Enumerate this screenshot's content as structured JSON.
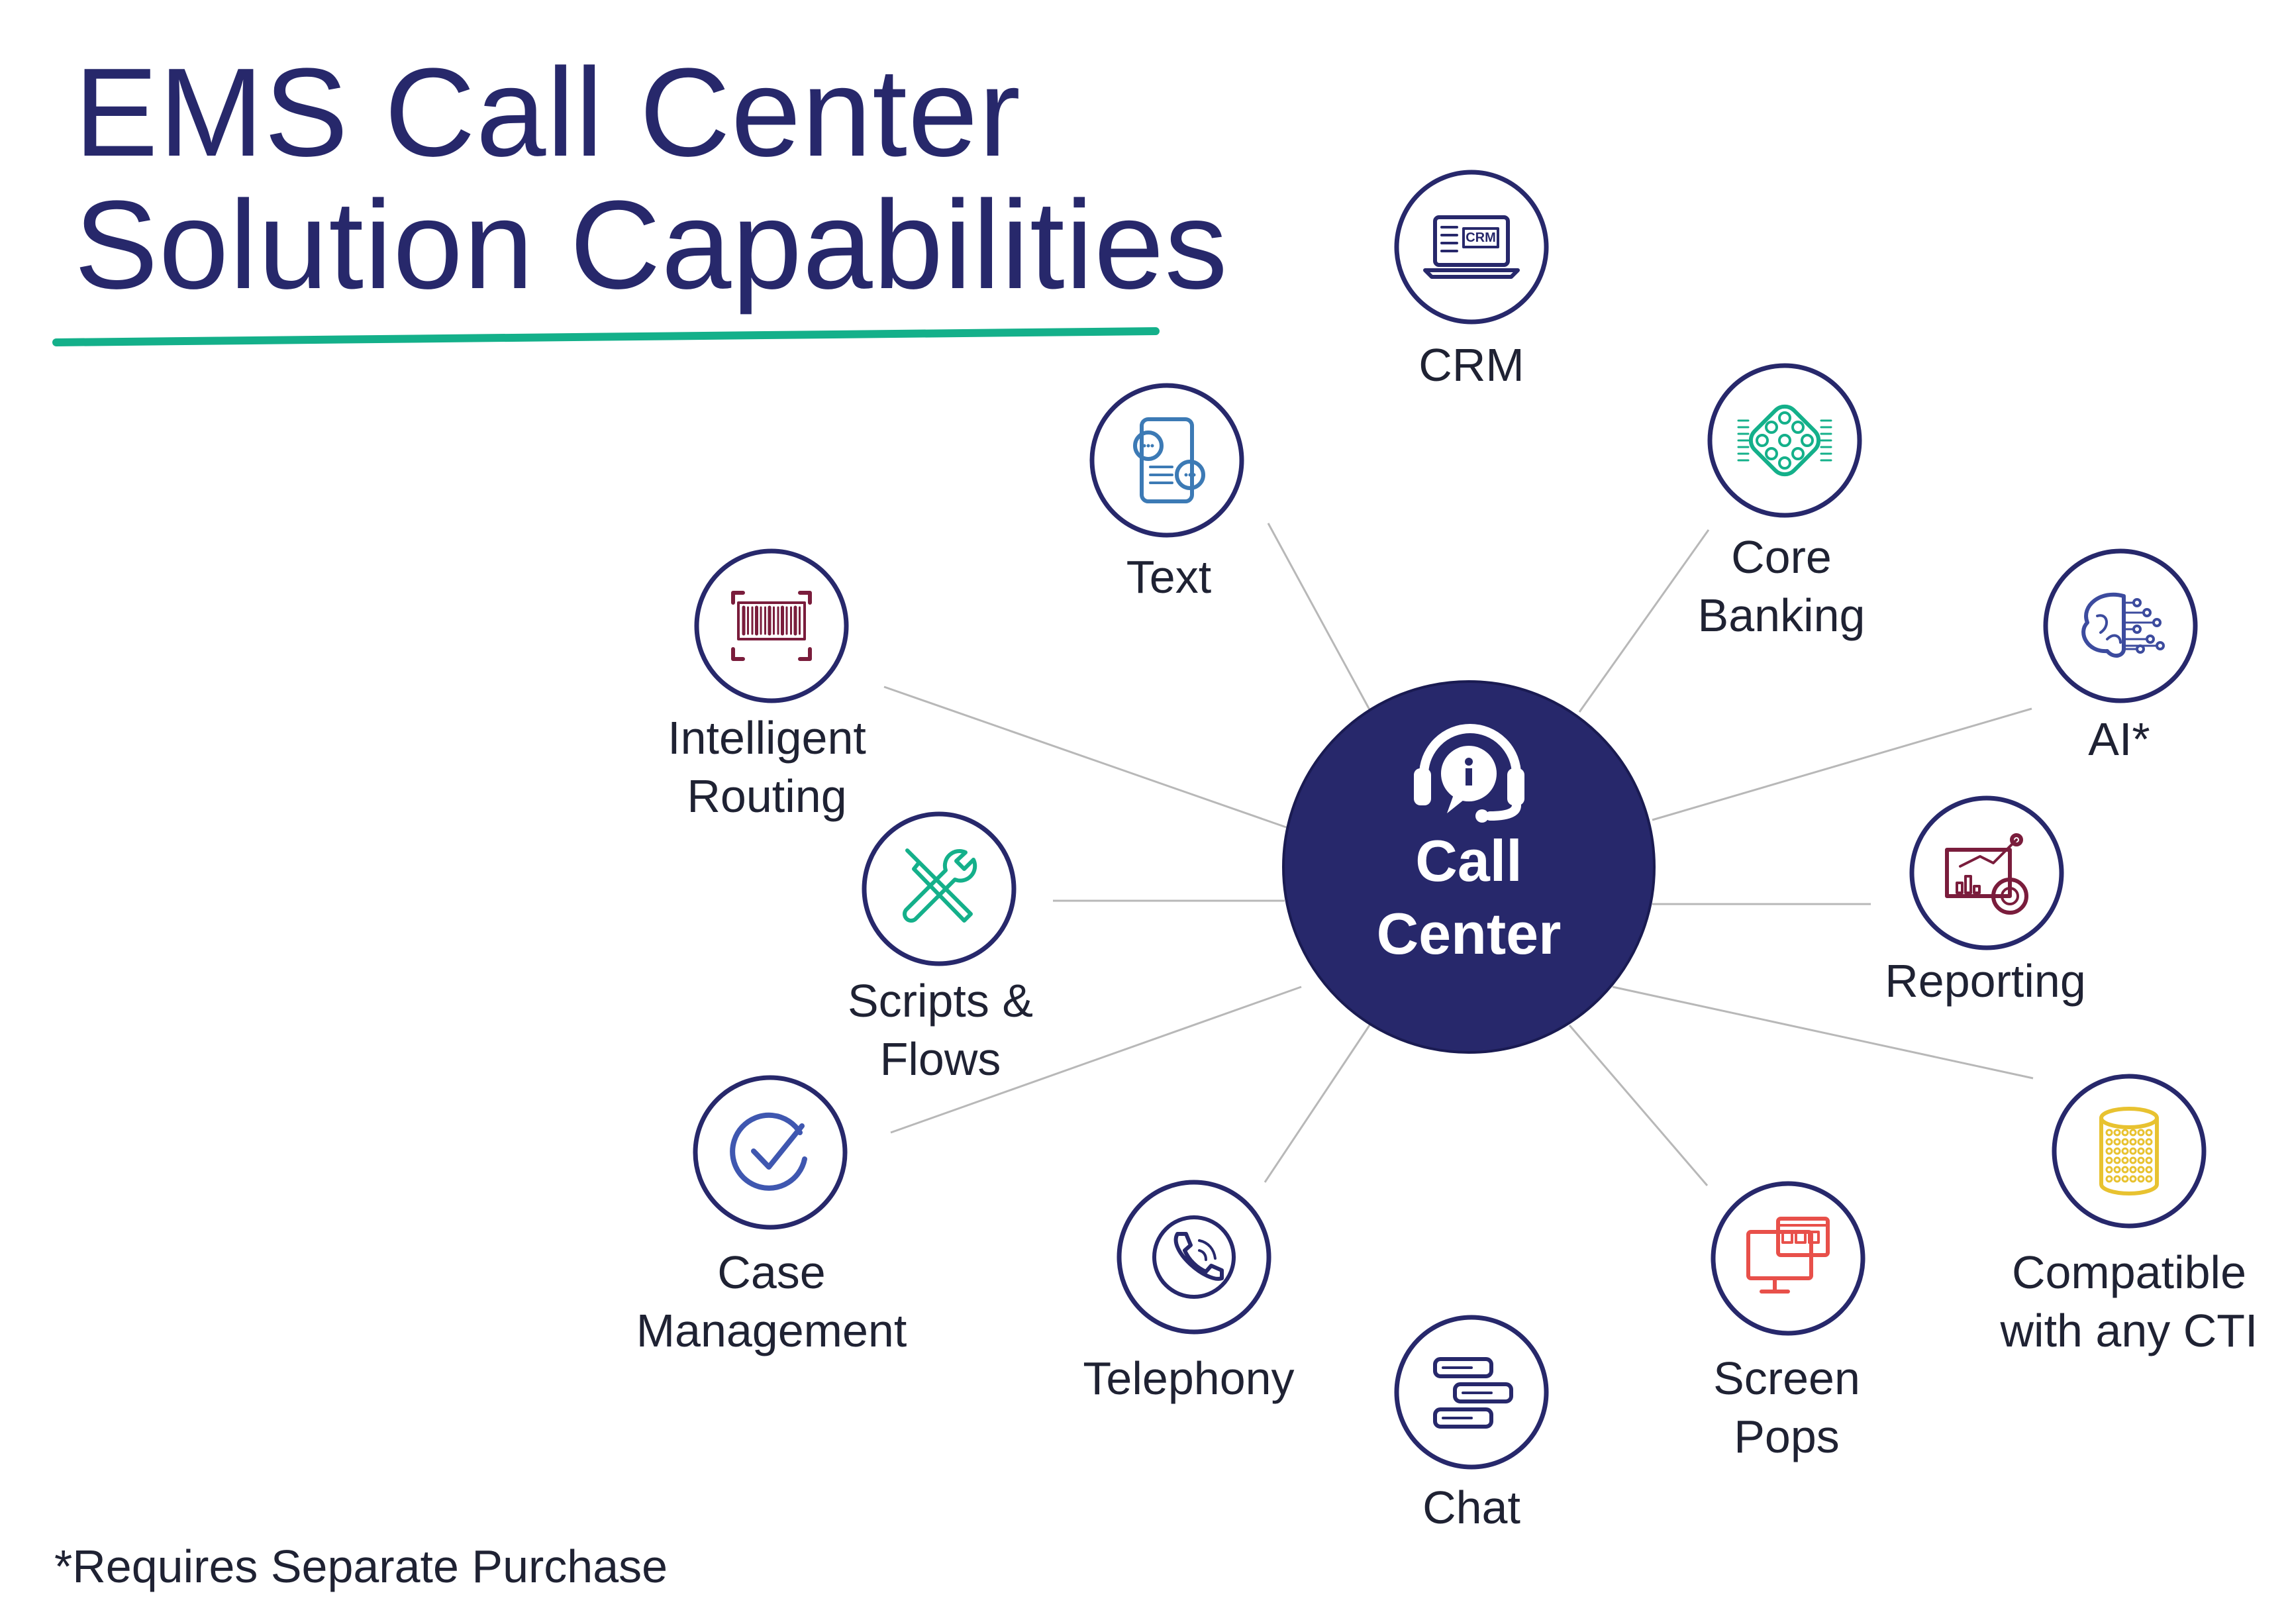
{
  "title": {
    "line1": "EMS Call Center",
    "line2": "Solution Capabilities"
  },
  "hub": {
    "line1": "Call",
    "line2": "Center",
    "icon": "headset-info-icon"
  },
  "capabilities": [
    {
      "id": "crm",
      "lines": [
        "CRM"
      ],
      "icon": "crm-laptop-icon"
    },
    {
      "id": "core-banking",
      "lines": [
        "Core",
        "Banking"
      ],
      "icon": "chip-icon"
    },
    {
      "id": "ai",
      "lines": [
        "AI*"
      ],
      "icon": "ai-brain-icon"
    },
    {
      "id": "reporting",
      "lines": [
        "Reporting"
      ],
      "icon": "report-chart-icon"
    },
    {
      "id": "compatible-cti",
      "lines": [
        "Compatible",
        "with any CTI"
      ],
      "icon": "server-cylinder-icon"
    },
    {
      "id": "screen-pops",
      "lines": [
        "Screen",
        "Pops"
      ],
      "icon": "screen-pop-icon"
    },
    {
      "id": "chat",
      "lines": [
        "Chat"
      ],
      "icon": "chat-bubbles-icon"
    },
    {
      "id": "telephony",
      "lines": [
        "Telephony"
      ],
      "icon": "phone-icon"
    },
    {
      "id": "case-management",
      "lines": [
        "Case",
        "Management"
      ],
      "icon": "check-circle-icon"
    },
    {
      "id": "scripts-flows",
      "lines": [
        "Scripts &",
        "Flows"
      ],
      "icon": "tools-icon"
    },
    {
      "id": "intelligent-routing",
      "lines": [
        "Intelligent",
        "Routing"
      ],
      "icon": "barcode-scan-icon"
    },
    {
      "id": "text",
      "lines": [
        "Text"
      ],
      "icon": "mobile-text-icon"
    }
  ],
  "footnote": "*Requires Separate Purchase",
  "colors": {
    "navy": "#27286b",
    "accent_green": "#14b08a",
    "connector": "#b8b8b8",
    "icon_crm": "#27286b",
    "icon_core_banking": "#14b08a",
    "icon_ai": "#3c4b9e",
    "icon_reporting": "#7a1d3c",
    "icon_cti": "#e8c230",
    "icon_screen_pops": "#e8504a",
    "icon_chat": "#27286b",
    "icon_telephony": "#27286b",
    "icon_case": "#3f57b0",
    "icon_scripts": "#14b08a",
    "icon_routing": "#7a1d3c",
    "icon_text": "#3c7ab5"
  }
}
